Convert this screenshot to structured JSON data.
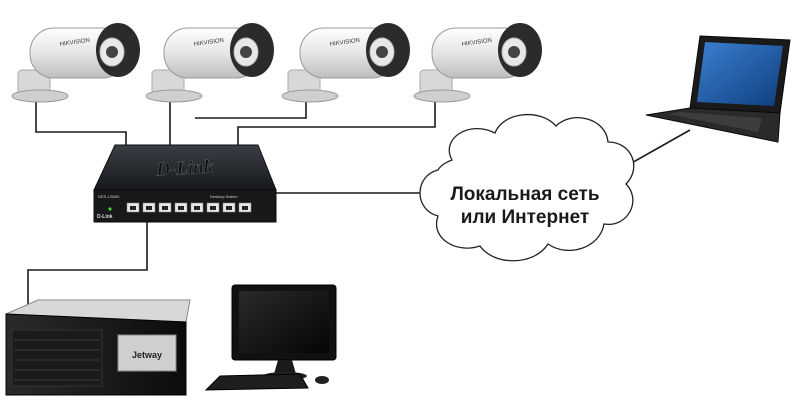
{
  "cameras": [
    {
      "brand": "HIKVISION"
    },
    {
      "brand": "HIKVISION"
    },
    {
      "brand": "HIKVISION"
    },
    {
      "brand": "HIKVISION"
    }
  ],
  "switch": {
    "brand": "D-Link",
    "model": "DES-1008D",
    "type_label": "Desktop Switch",
    "front_brand": "D-Link"
  },
  "cloud": {
    "line1": "Локальная сеть",
    "line2": "или Интернет"
  },
  "nvr": {
    "brand": "Jetway"
  },
  "colors": {
    "cable": "#1a1a1a",
    "camera_body": "#eeeeee",
    "switch_body": "#1f2226",
    "screen": "#1f5fa8"
  }
}
